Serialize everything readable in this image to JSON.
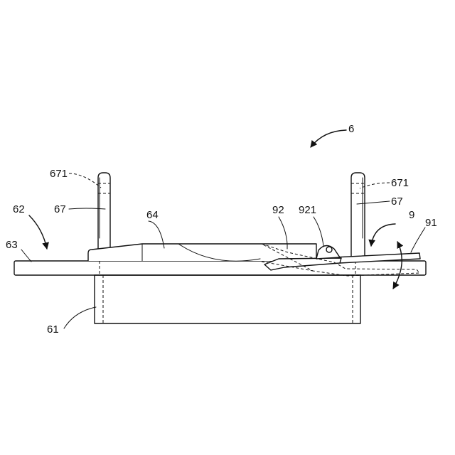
{
  "labels": {
    "n6": "6",
    "n671_left": "671",
    "n671_right": "671",
    "n62": "62",
    "n67_left": "67",
    "n67_right": "67",
    "n64": "64",
    "n92": "92",
    "n921": "921",
    "n9": "9",
    "n91": "91",
    "n63": "63",
    "n61": "61"
  }
}
